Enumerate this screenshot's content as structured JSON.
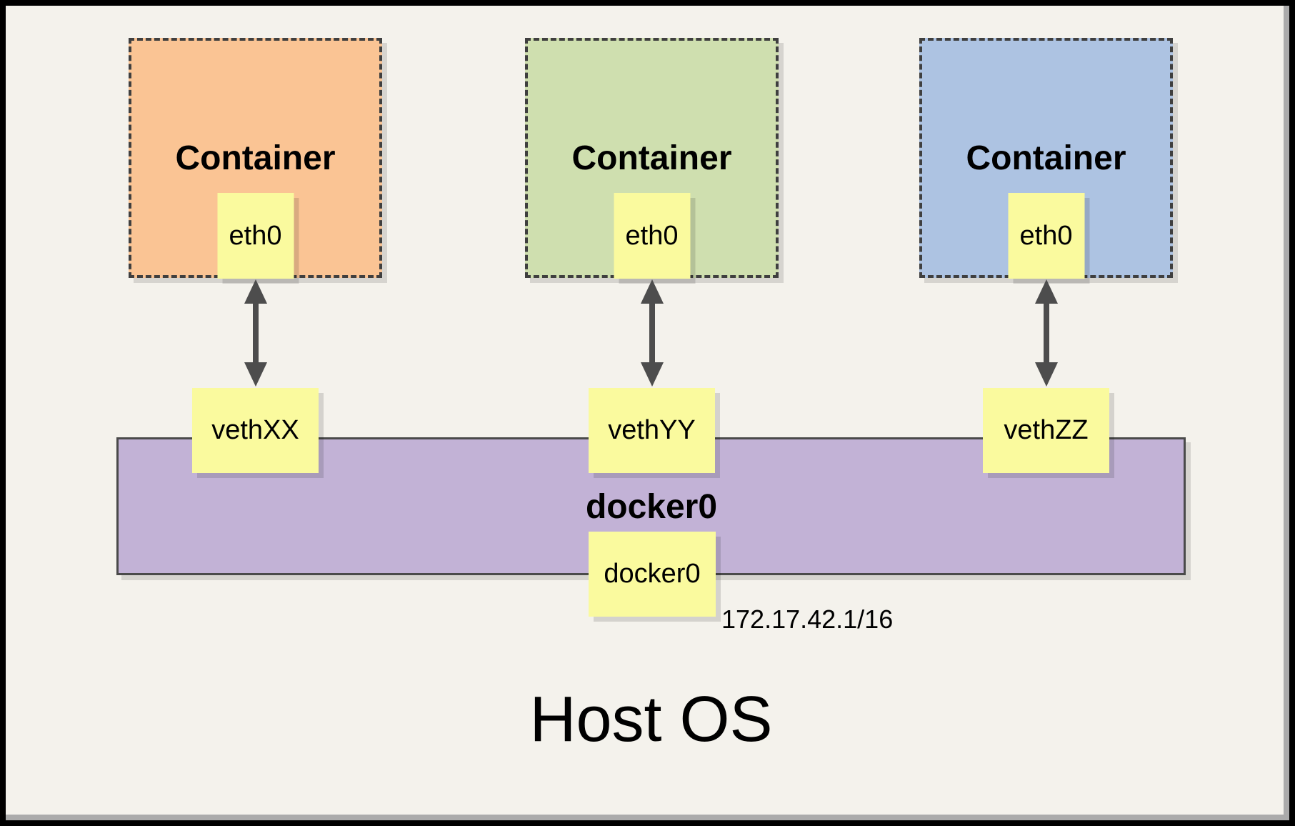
{
  "diagram": {
    "containers": [
      {
        "label": "Container",
        "interface_label": "eth0",
        "veth_label": "vethXX",
        "fill": "#FAC494"
      },
      {
        "label": "Container",
        "interface_label": "eth0",
        "veth_label": "vethYY",
        "fill": "#CFDFAF"
      },
      {
        "label": "Container",
        "interface_label": "eth0",
        "veth_label": "vethZZ",
        "fill": "#ADC3E2"
      }
    ],
    "bridge": {
      "label": "docker0",
      "interface_label": "docker0",
      "ip_address": "172.17.42.1/16",
      "fill": "#C2B2D6"
    },
    "host_label": "Host OS",
    "colors": {
      "page_background": "#F4F2EC",
      "note_fill": "#FAFA9E",
      "dashed_border": "#3F3F3F",
      "arrow": "#4D4D4D",
      "bar_border": "#4A4A4A",
      "frame": "#000000"
    }
  }
}
